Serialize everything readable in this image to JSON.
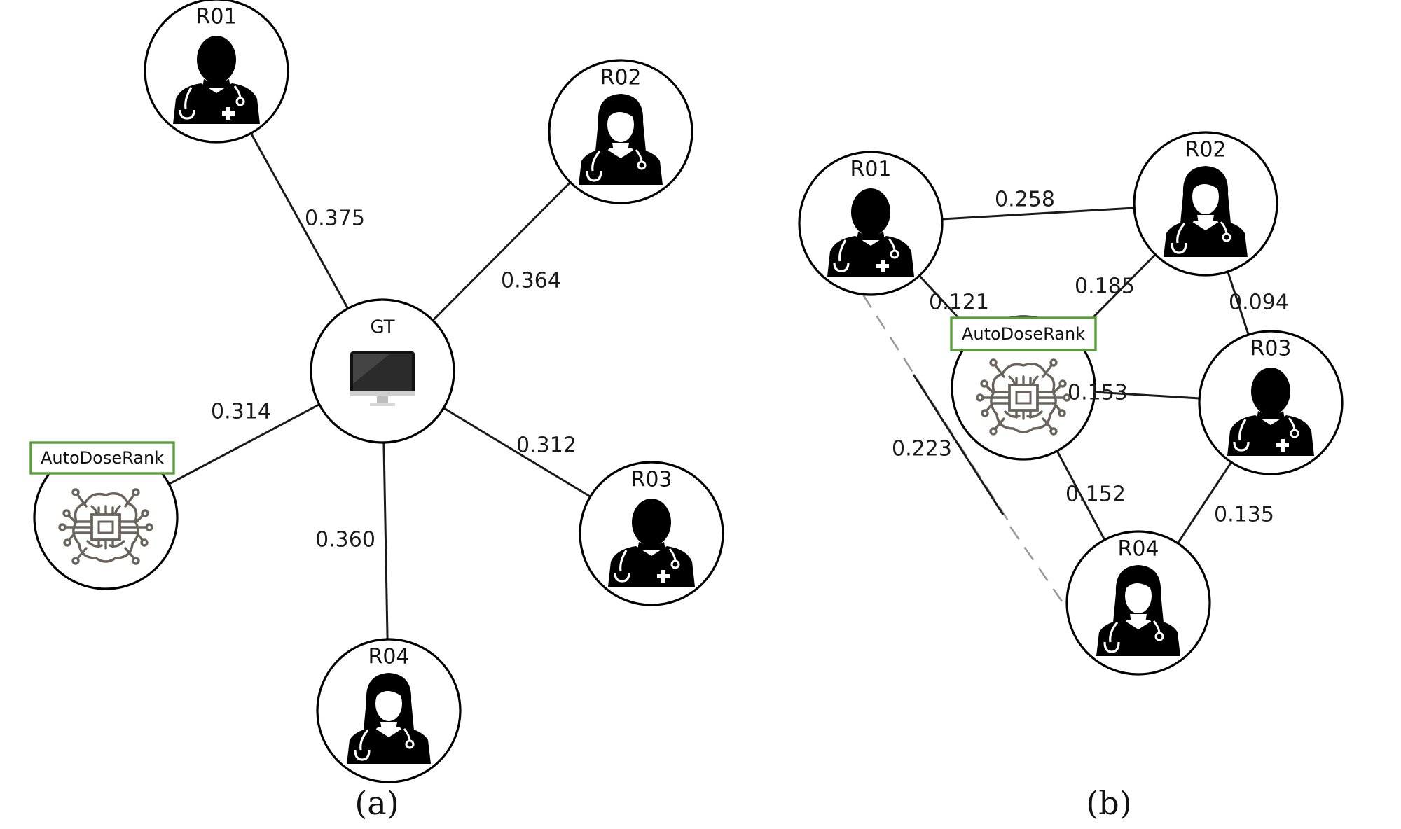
{
  "panels": [
    {
      "id": "a",
      "caption": "(a)",
      "center": {
        "label": "GT",
        "icon": "monitor-icon"
      },
      "nodes": [
        {
          "id": "R01",
          "label": "R01",
          "icon": "male-doctor-icon"
        },
        {
          "id": "R02",
          "label": "R02",
          "icon": "female-doctor-icon"
        },
        {
          "id": "R03",
          "label": "R03",
          "icon": "male-doctor-icon"
        },
        {
          "id": "R04",
          "label": "R04",
          "icon": "female-doctor-icon"
        },
        {
          "id": "AI",
          "label": "AutoDoseRank",
          "icon": "ai-brain-chip-icon"
        }
      ],
      "edges": [
        {
          "from": "GT",
          "to": "R01",
          "weight": "0.375",
          "style": "solid"
        },
        {
          "from": "GT",
          "to": "R02",
          "weight": "0.364",
          "style": "solid"
        },
        {
          "from": "GT",
          "to": "AI",
          "weight": "0.314",
          "style": "solid"
        },
        {
          "from": "GT",
          "to": "R03",
          "weight": "0.312",
          "style": "solid"
        },
        {
          "from": "GT",
          "to": "R04",
          "weight": "0.360",
          "style": "solid"
        }
      ]
    },
    {
      "id": "b",
      "caption": "(b)",
      "nodes": [
        {
          "id": "R01",
          "label": "R01",
          "icon": "male-doctor-icon"
        },
        {
          "id": "R02",
          "label": "R02",
          "icon": "female-doctor-icon"
        },
        {
          "id": "R03",
          "label": "R03",
          "icon": "male-doctor-icon"
        },
        {
          "id": "R04",
          "label": "R04",
          "icon": "female-doctor-icon"
        },
        {
          "id": "AI",
          "label": "AutoDoseRank",
          "icon": "ai-brain-chip-icon"
        }
      ],
      "edges": [
        {
          "from": "R01",
          "to": "R02",
          "weight": "0.258",
          "style": "solid"
        },
        {
          "from": "R01",
          "to": "AI",
          "weight": "0.121",
          "style": "solid"
        },
        {
          "from": "R02",
          "to": "AI",
          "weight": "0.185",
          "style": "solid"
        },
        {
          "from": "R02",
          "to": "R03",
          "weight": "0.094",
          "style": "solid"
        },
        {
          "from": "AI",
          "to": "R03",
          "weight": "0.153",
          "style": "solid"
        },
        {
          "from": "AI",
          "to": "R04",
          "weight": "0.152",
          "style": "solid"
        },
        {
          "from": "R03",
          "to": "R04",
          "weight": "0.135",
          "style": "solid"
        },
        {
          "from": "R01",
          "to": "R04",
          "weight": "0.223",
          "style": "dashed"
        }
      ]
    }
  ],
  "colors": {
    "ai_box_border": "#5a9e3c",
    "ai_icon": "#6b645c",
    "line": "#1a1a1a",
    "dashed_line": "#9a9a9a",
    "icon_fill": "#000000"
  }
}
